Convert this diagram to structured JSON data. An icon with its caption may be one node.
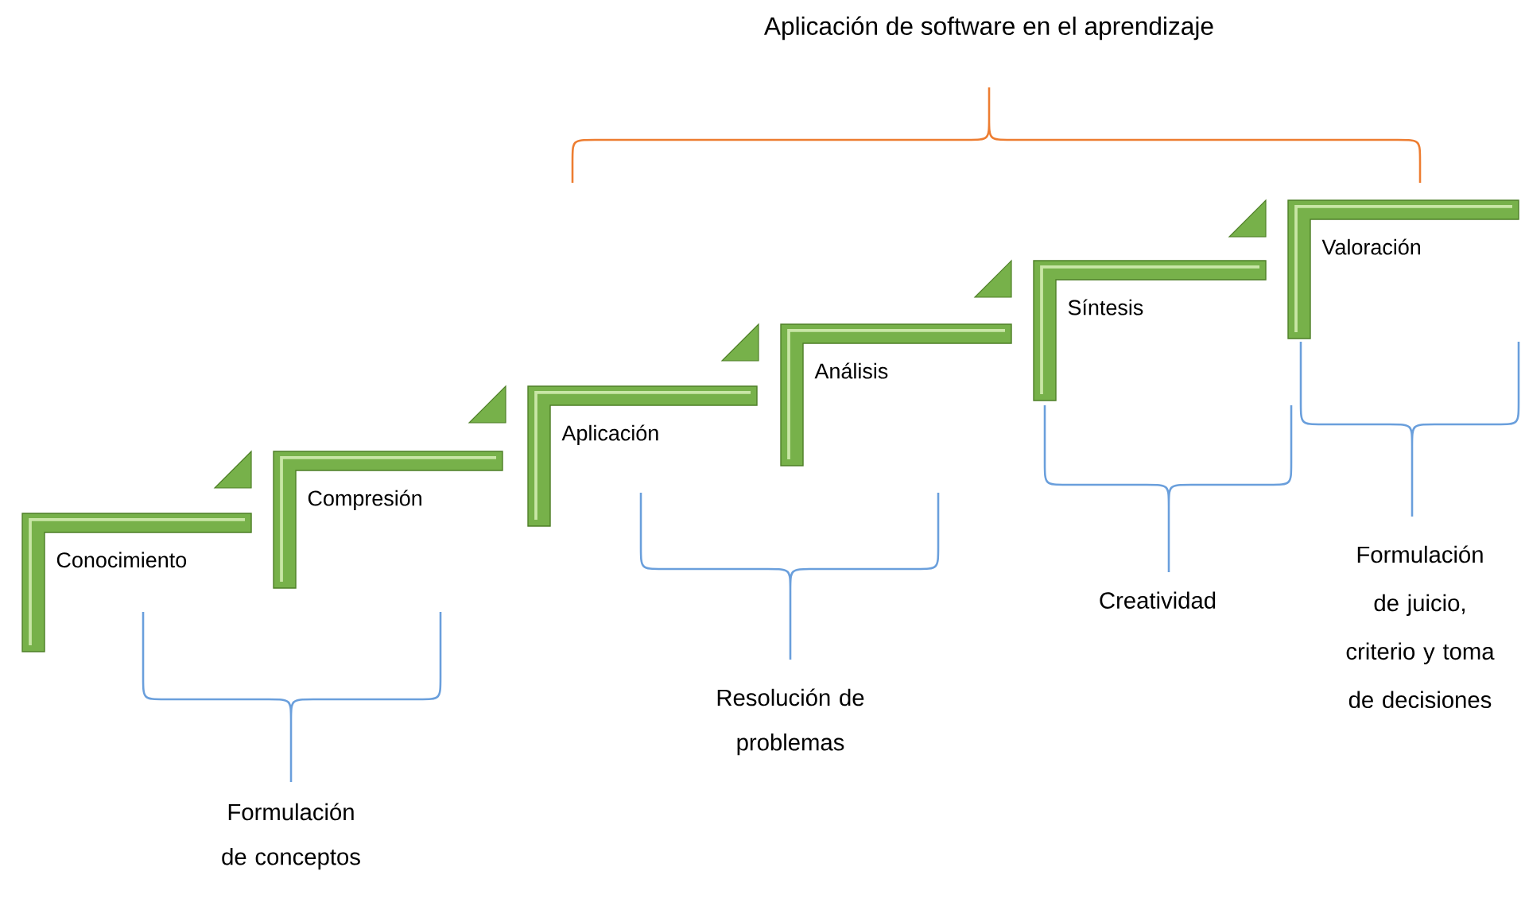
{
  "diagram": {
    "nodes": [
      {
        "text": [
          "Conocimiento"
        ]
      },
      {
        "text": [
          "Compresión"
        ]
      },
      {
        "text": [
          "Aplicación"
        ]
      },
      {
        "text": [
          "Análisis"
        ]
      },
      {
        "text": [
          "Síntesis"
        ]
      },
      {
        "text": [
          "Valoración"
        ]
      }
    ],
    "labels": [
      "Aplicación de software en el aprendizaje",
      "Formulación de conceptos",
      "Resolución de problemas",
      "Creatividad",
      "Formulación de juicio, criterio y toma de decisiones"
    ]
  }
}
